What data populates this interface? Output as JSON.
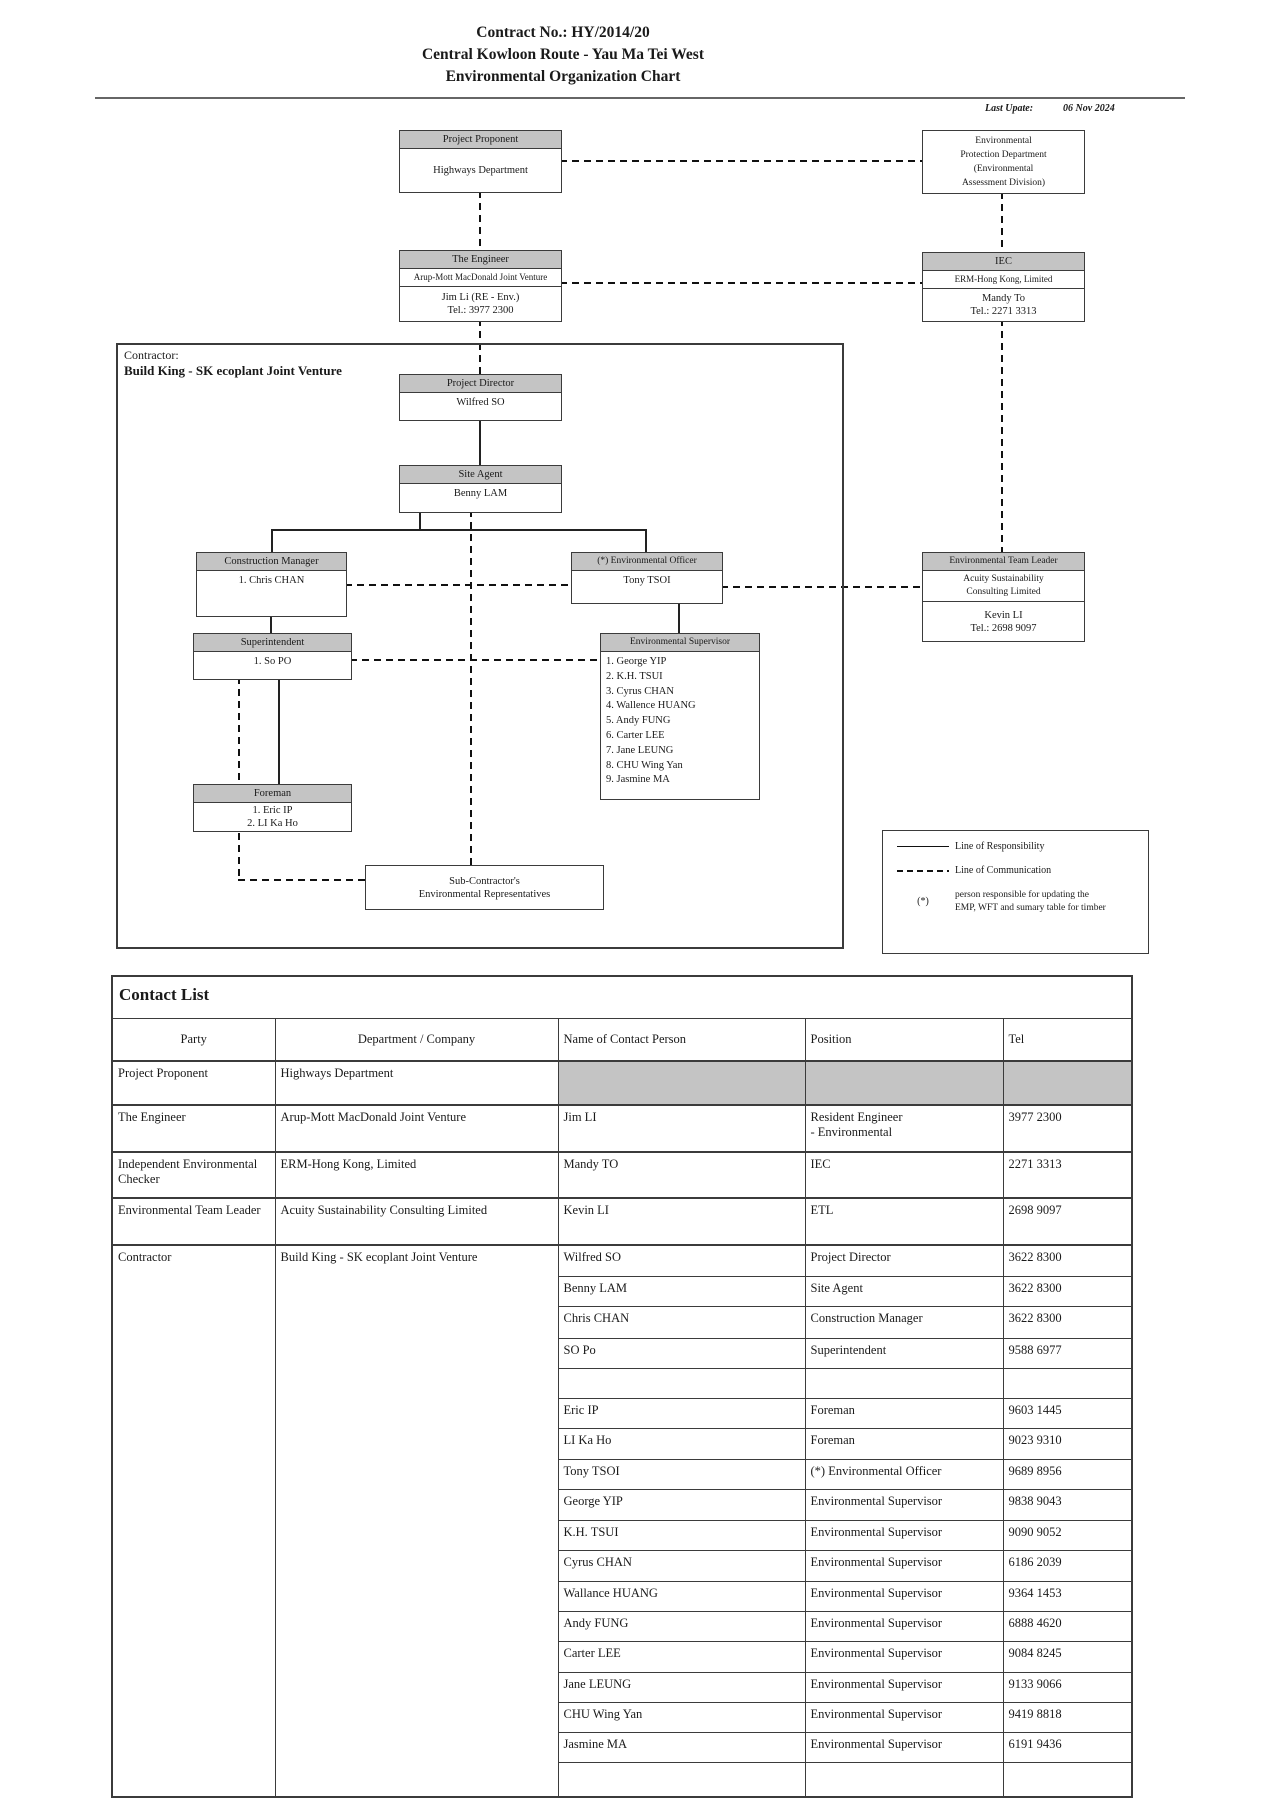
{
  "header": {
    "line1": "Contract No.: HY/2014/20",
    "line2": "Central Kowloon Route - Yau Ma Tei West",
    "line3": "Environmental Organization Chart",
    "last_update_label": "Last Upate:",
    "last_update_value": "06 Nov 2024"
  },
  "org_chart": {
    "contractor_frame": {
      "label": "Contractor:",
      "name": "Build King - SK ecoplant Joint Venture"
    },
    "boxes": {
      "project_proponent": {
        "title": "Project Proponent",
        "body": "Highways Department"
      },
      "epd": {
        "line1": "Environmental",
        "line2": "Protection Department",
        "line3": "(Environmental",
        "line4": "Assessment Division)"
      },
      "engineer": {
        "title": "The Engineer",
        "company": "Arup-Mott MacDonald Joint Venture",
        "person": "Jim Li (RE - Env.)",
        "tel": "Tel.: 3977 2300"
      },
      "iec": {
        "title": "IEC",
        "company": "ERM-Hong Kong, Limited",
        "person": "Mandy To",
        "tel": "Tel.: 2271 3313"
      },
      "project_director": {
        "title": "Project Director",
        "body": "Wilfred SO"
      },
      "site_agent": {
        "title": "Site Agent",
        "body": "Benny LAM"
      },
      "construction_manager": {
        "title": "Construction Manager",
        "body": "1. Chris CHAN"
      },
      "env_officer": {
        "title": "(*) Environmental Officer",
        "body": "Tony TSOI"
      },
      "etl": {
        "title": "Environmental Team Leader",
        "company_line1": "Acuity Sustainability",
        "company_line2": "Consulting Limited",
        "person": "Kevin LI",
        "tel": "Tel.: 2698 9097"
      },
      "superintendent": {
        "title": "Superintendent",
        "body": "1. So PO"
      },
      "env_supervisor": {
        "title": "Environmental Supervisor",
        "members": [
          "1. George YIP",
          "2. K.H. TSUI",
          "3. Cyrus CHAN",
          "4. Wallence HUANG",
          "5. Andy FUNG",
          "6. Carter LEE",
          "7. Jane LEUNG",
          "8. CHU Wing Yan",
          "9. Jasmine MA"
        ]
      },
      "foreman": {
        "title": "Foreman",
        "member1": "1. Eric IP",
        "member2": "2. LI Ka Ho"
      },
      "sub_contractor": {
        "line1": "Sub-Contractor's",
        "line2": "Environmental Representatives"
      }
    },
    "legend": {
      "responsibility": "Line of Responsibility",
      "communication": "Line of Communication",
      "asterisk": "(*)",
      "note": "person responsible for updating the\nEMP, WFT and sumary table for timber"
    }
  },
  "contact_list": {
    "title": "Contact List",
    "columns": [
      "Party",
      "Department / Company",
      "Name of Contact Person",
      "Position",
      "Tel"
    ],
    "rows": {
      "proponent": {
        "party": "Project Proponent",
        "company": "Highways Department"
      },
      "engineer": {
        "party": "The Engineer",
        "company": "Arup-Mott MacDonald Joint Venture",
        "name": "Jim LI",
        "position": "Resident Engineer\n- Environmental",
        "tel": "3977 2300"
      },
      "iec": {
        "party": "Independent Environmental Checker",
        "company": "ERM-Hong Kong, Limited",
        "name": "Mandy TO",
        "position": "IEC",
        "tel": "2271 3313"
      },
      "etl": {
        "party": "Environmental Team Leader",
        "company": "Acuity Sustainability Consulting Limited",
        "name": "Kevin LI",
        "position": "ETL",
        "tel": "2698 9097"
      }
    },
    "contractor": {
      "party": "Contractor",
      "company": "Build King - SK ecoplant Joint Venture",
      "members": [
        {
          "name": "Wilfred SO",
          "position": "Project Director",
          "tel": "3622 8300"
        },
        {
          "name": "Benny LAM",
          "position": "Site Agent",
          "tel": "3622 8300"
        },
        {
          "name": "Chris CHAN",
          "position": "Construction Manager",
          "tel": "3622 8300"
        },
        {
          "name": "SO Po",
          "position": "Superintendent",
          "tel": "9588 6977"
        },
        {
          "name": "",
          "position": "",
          "tel": ""
        },
        {
          "name": "Eric IP",
          "position": "Foreman",
          "tel": "9603 1445"
        },
        {
          "name": "LI Ka Ho",
          "position": "Foreman",
          "tel": "9023 9310"
        },
        {
          "name": "Tony TSOI",
          "position": "(*) Environmental Officer",
          "tel": "9689 8956"
        },
        {
          "name": "George YIP",
          "position": "Environmental Supervisor",
          "tel": "9838 9043"
        },
        {
          "name": "K.H. TSUI",
          "position": "Environmental Supervisor",
          "tel": "9090 9052"
        },
        {
          "name": "Cyrus CHAN",
          "position": "Environmental Supervisor",
          "tel": "6186 2039"
        },
        {
          "name": "Wallance HUANG",
          "position": "Environmental Supervisor",
          "tel": "9364 1453"
        },
        {
          "name": "Andy FUNG",
          "position": "Environmental Supervisor",
          "tel": "6888 4620"
        },
        {
          "name": "Carter LEE",
          "position": "Environmental Supervisor",
          "tel": "9084 8245"
        },
        {
          "name": "Jane LEUNG",
          "position": "Environmental Supervisor",
          "tel": "9133 9066"
        },
        {
          "name": "CHU Wing Yan",
          "position": "Environmental Supervisor",
          "tel": "9419 8818"
        },
        {
          "name": "Jasmine MA",
          "position": "Environmental Supervisor",
          "tel": "6191 9436"
        },
        {
          "name": "",
          "position": "",
          "tel": ""
        }
      ]
    }
  },
  "colors": {
    "header_fill": "#c4c4c4",
    "ink": "#1a1a1a"
  }
}
